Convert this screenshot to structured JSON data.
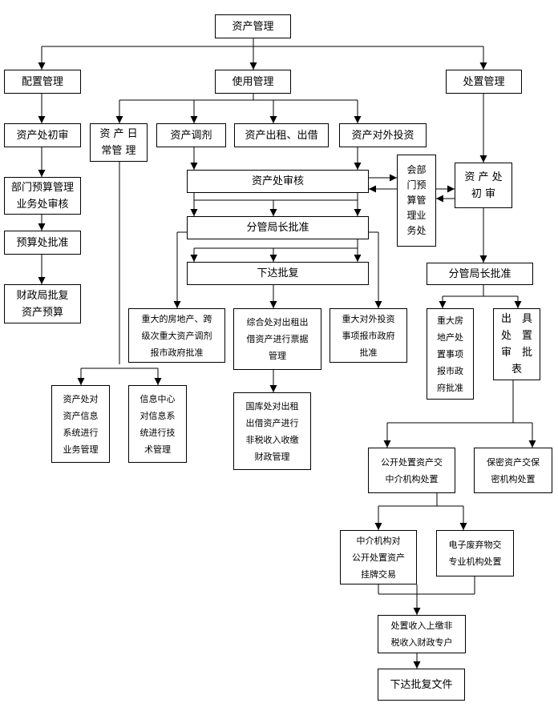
{
  "nodes": {
    "root": "资产管理",
    "config": "配置管理",
    "use": "使用管理",
    "dispose": "处置管理",
    "cfg_review": "资产处初审",
    "cfg_dept": "部门预算管理\n业务处审核",
    "cfg_budget": "预算处批准",
    "cfg_finance": "财政局批复\n资产预算",
    "use_daily": "资 产 日\n常管 理",
    "use_transfer": "资产调剂",
    "use_lease": "资产出租、出借",
    "use_invest": "资产对外投资",
    "use_audit": "资产处审核",
    "use_dept_audit": "会部\n门预\n算管\n理业\n务处",
    "use_approve": "分管局长批准",
    "use_issue": "下达批复",
    "use_major_estate": "重大的房地产、跨\n级次重大资产调剂\n报市政府批准",
    "use_comp_office": "综合处对出租出\n借资产进行票据\n管理",
    "use_major_invest": "重大对外投资\n事项报市政府\n批准",
    "use_treasury": "国库处对出租\n出借资产进行\n非税收入收缴\n财政管理",
    "use_info_asset": "资产处对\n资产信息\n系统进行\n业务管理",
    "use_info_center": "信息中心\n对信息系\n统进行技\n术管理",
    "disp_review": "资 产 处\n初 审",
    "disp_approve": "分管局长批准",
    "disp_major": "重大房\n地产处\n置事项\n报市政\n府批准",
    "disp_issue": "出　具\n处　置\n审　批\n表",
    "disp_public": "公开处置资产交\n中介机构处置",
    "disp_secret": "保密资产交保\n密机构处置",
    "disp_agency": "中介机构对\n公开处置资产\n挂牌交易",
    "disp_ewaste": "电子废弃物交\n专业机构处置",
    "disp_income": "处置收入上缴非\n税收入财政专户",
    "disp_doc": "下达批复文件"
  }
}
